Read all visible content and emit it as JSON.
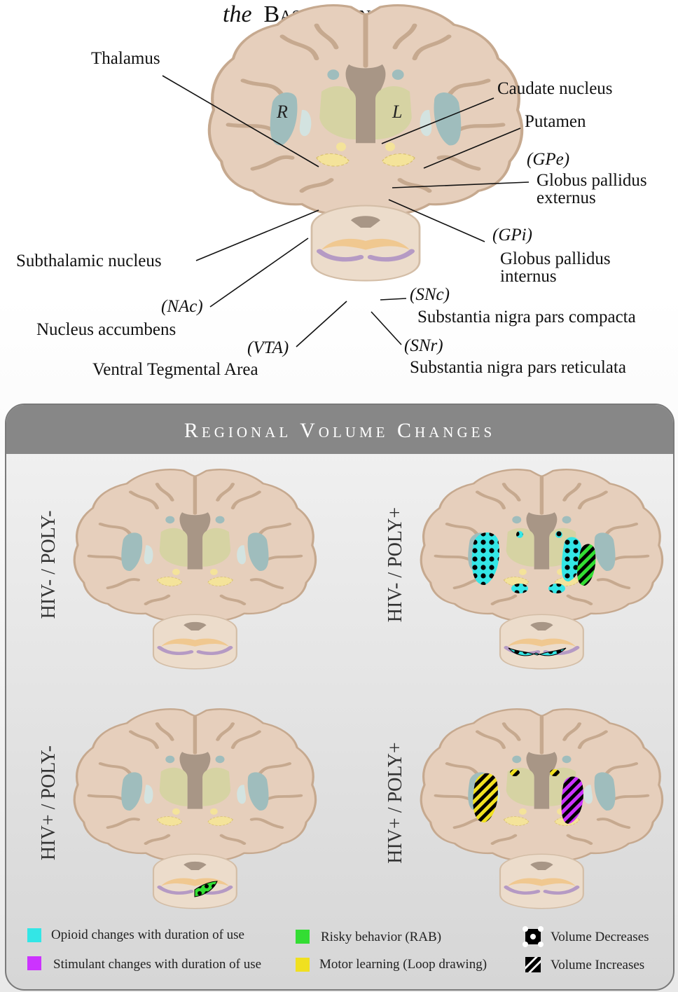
{
  "title": {
    "prefix": "the",
    "main": "Basal Ganglia"
  },
  "hemispheres": {
    "right": "R",
    "left": "L"
  },
  "labels": {
    "thalamus": "Thalamus",
    "caudate": "Caudate nucleus",
    "putamen": "Putamen",
    "gpe_abbr": "(GPe)",
    "gpe_name1": "Globus pallidus",
    "gpe_name2": "externus",
    "gpi_abbr": "(GPi)",
    "gpi_name1": "Globus pallidus",
    "gpi_name2": "internus",
    "stn": "Subthalamic nucleus",
    "nac_abbr": "(NAc)",
    "nac_name": "Nucleus accumbens",
    "vta_abbr": "(VTA)",
    "vta_name": "Ventral Tegmental Area",
    "snc_abbr": "(SNc)",
    "snc_name": "Substantia nigra pars compacta",
    "snr_abbr": "(SNr)",
    "snr_name": "Substantia nigra pars reticulata"
  },
  "panel": {
    "title": "Regional Volume Changes",
    "groups": [
      "HIV- / POLY-",
      "HIV- / POLY+",
      "HIV+ / POLY-",
      "HIV+ / POLY+"
    ]
  },
  "legend": {
    "opioid": "Opioid changes with duration of use",
    "stimulant": "Stimulant changes with duration of use",
    "risky": "Risky behavior (RAB)",
    "motor": "Motor learning (Loop drawing)",
    "decrease": "Volume Decreases",
    "increase": "Volume Increases"
  },
  "colors": {
    "brain": "#e9d5c3",
    "brain_outline": "#c8ab92",
    "ventricle": "#a89686",
    "thalamus": "#d6d3a3",
    "putamen": "#9fbdbd",
    "globus": "#d3e3e0",
    "stn": "#f4e39a",
    "sn": "#b59ac4",
    "vta": "#f0c890",
    "opioid": "#33e6e6",
    "stimulant": "#cc33ff",
    "risky": "#33dd33",
    "motor": "#f0e020"
  }
}
